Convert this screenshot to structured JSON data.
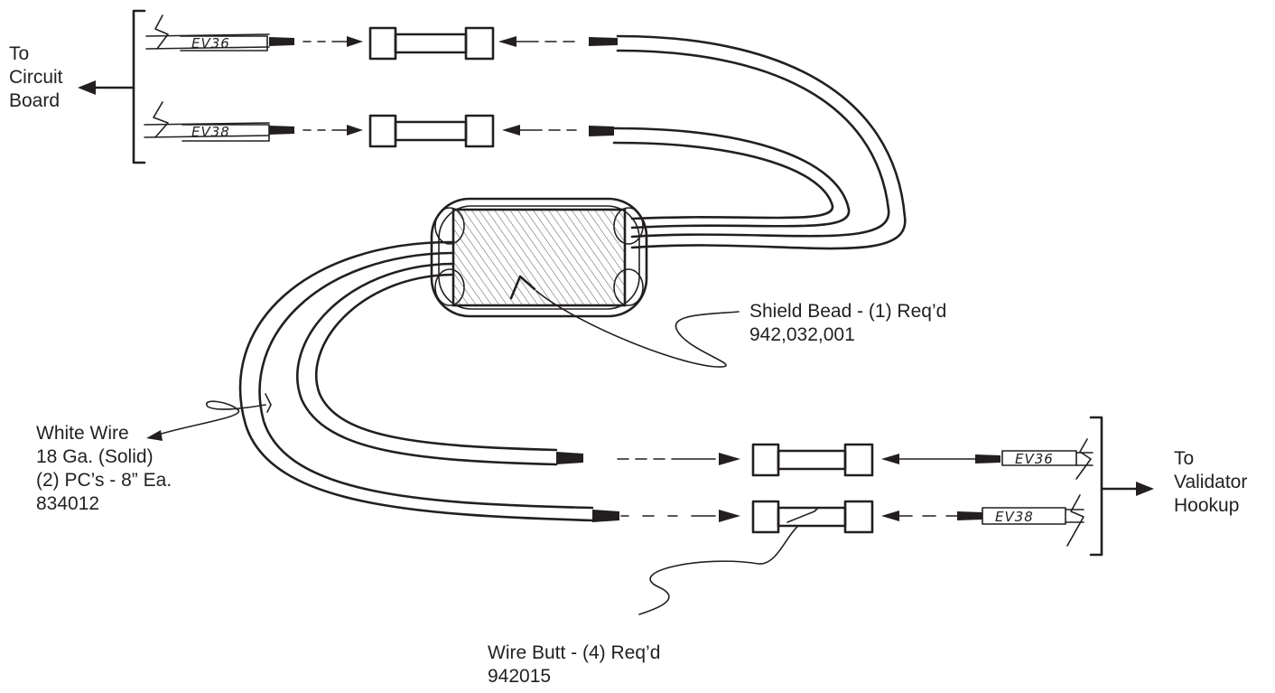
{
  "labels": {
    "to_circuit_board": [
      "To",
      "Circuit",
      "Board"
    ],
    "to_validator_hookup": [
      "To",
      "Validator",
      "Hookup"
    ],
    "shield_bead": [
      "Shield Bead - (1) Req’d",
      "942,032,001"
    ],
    "white_wire": [
      "White Wire",
      "18 Ga. (Solid)",
      "(2) PC’s - 8” Ea.",
      "834012"
    ],
    "wire_butt": [
      "Wire Butt - (4) Req’d",
      "942015"
    ]
  },
  "wire_tags": {
    "top_upper": "EV36",
    "top_lower": "EV38",
    "bottom_upper": "EV36",
    "bottom_lower": "EV38"
  }
}
